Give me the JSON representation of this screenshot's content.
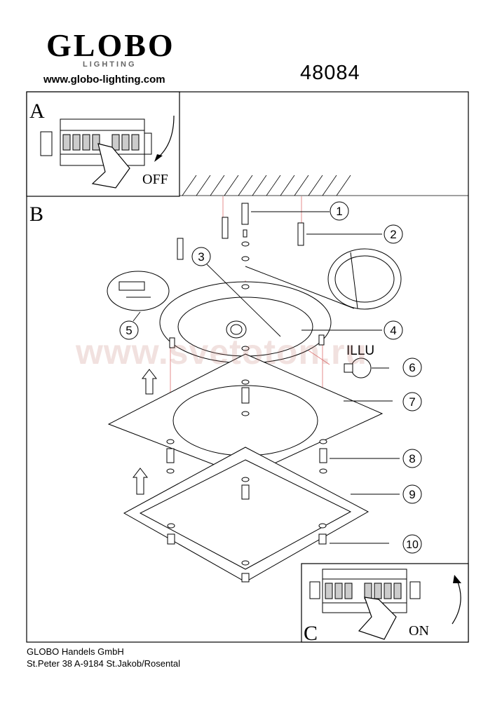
{
  "header": {
    "logo": "GLOBO",
    "logo_sub": "LIGHTING",
    "website": "www.globo-lighting.com",
    "model_number": "48084"
  },
  "panel_a": {
    "letter": "A",
    "state": "OFF"
  },
  "panel_b": {
    "letter": "B",
    "bulb_label": "ILLU"
  },
  "panel_c": {
    "letter": "C",
    "state": "ON"
  },
  "parts": [
    "1",
    "2",
    "3",
    "4",
    "5",
    "6",
    "7",
    "8",
    "9",
    "10"
  ],
  "footer": {
    "company": "GLOBO Handels GmbH",
    "address": "St.Peter 38 A-9184 St.Jakob/Rosental"
  },
  "watermark": "www.svetoton.ru",
  "colors": {
    "line": "#000000",
    "guide": "#e07070",
    "watermark": "#be786e"
  }
}
